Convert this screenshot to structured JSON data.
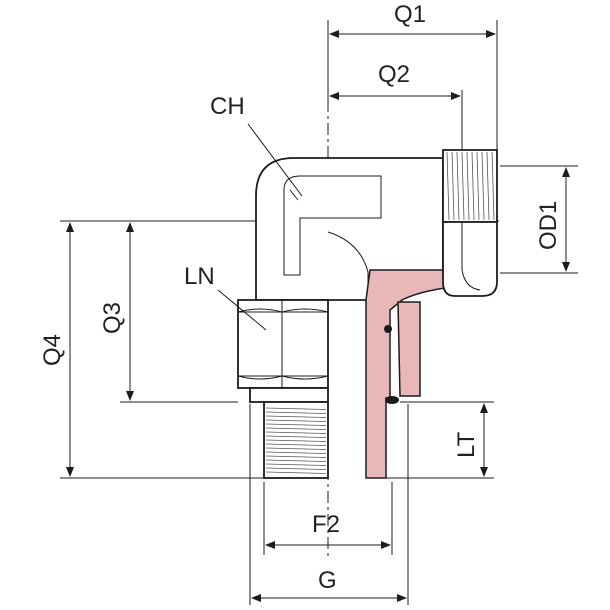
{
  "labels": {
    "q1": "Q1",
    "q2": "Q2",
    "ch": "CH",
    "od1": "OD1",
    "ln": "LN",
    "q3": "Q3",
    "q4": "Q4",
    "lt": "LT",
    "f2": "F2",
    "g": "G"
  },
  "colors": {
    "section_fill": "#e8b8b8",
    "line": "#1c1c1c"
  }
}
